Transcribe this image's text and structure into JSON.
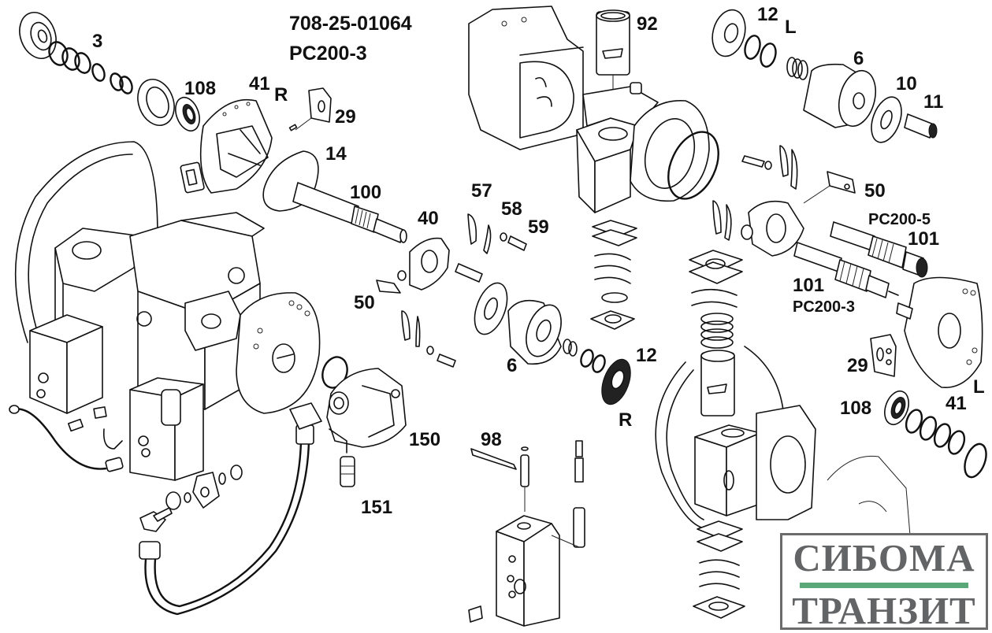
{
  "title": {
    "part_number": "708-25-01064",
    "model": "PC200-3"
  },
  "callouts": {
    "c3": "3",
    "c108_top": "108",
    "c41_top": "41",
    "r_top": "R",
    "c29_top": "29",
    "c14": "14",
    "c100": "100",
    "c40": "40",
    "c57": "57",
    "c58": "58",
    "c59": "59",
    "c50_left": "50",
    "c6_mid": "6",
    "c12_mid": "12",
    "r_mid": "R",
    "c92": "92",
    "c12_top": "12",
    "l_top": "L",
    "c6_top": "6",
    "c10": "10",
    "c11": "11",
    "c50_right": "50",
    "pc200_5": "PC200-5",
    "c101_upper": "101",
    "c101_lower": "101",
    "pc200_3_lower": "PC200-3",
    "c29_right": "29",
    "c41_right": "41",
    "l_right": "L",
    "c108_right": "108",
    "c150": "150",
    "c151": "151",
    "c98": "98"
  },
  "logo": {
    "line1": "СИБОМА",
    "line2": "ТРАНЗИТ",
    "text_color": "#636466",
    "bar_color": "#5aa87a",
    "border_color": "#6b6b6b"
  }
}
